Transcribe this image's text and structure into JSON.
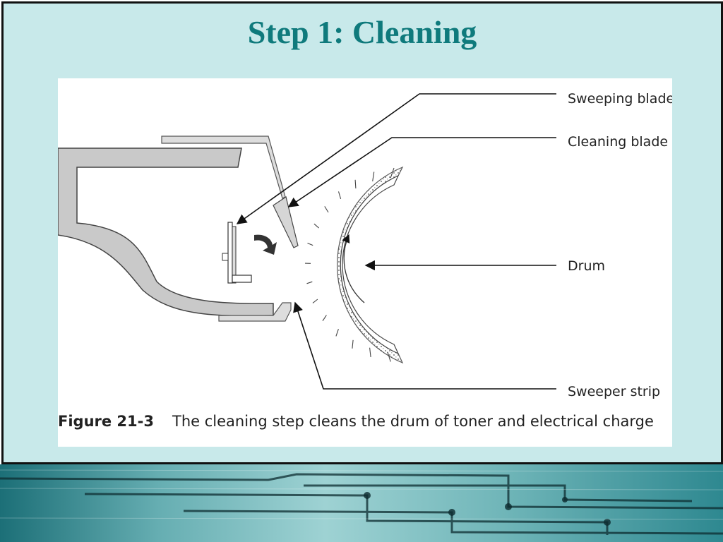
{
  "slide": {
    "title": "Step 1: Cleaning"
  },
  "figure": {
    "callouts": {
      "sweeping_blade": "Sweeping blade",
      "cleaning_blade": "Cleaning blade",
      "drum": "Drum",
      "sweeper_strip": "Sweeper strip"
    },
    "caption": {
      "number": "Figure 21-3",
      "text": "The cleaning step cleans the drum of toner and electrical charge"
    }
  },
  "colors": {
    "title": "#0f7a7c",
    "slide_background": "#c8e9ea",
    "housing_fill": "#c9c9c9",
    "footer_accent": "#1c6f77"
  }
}
